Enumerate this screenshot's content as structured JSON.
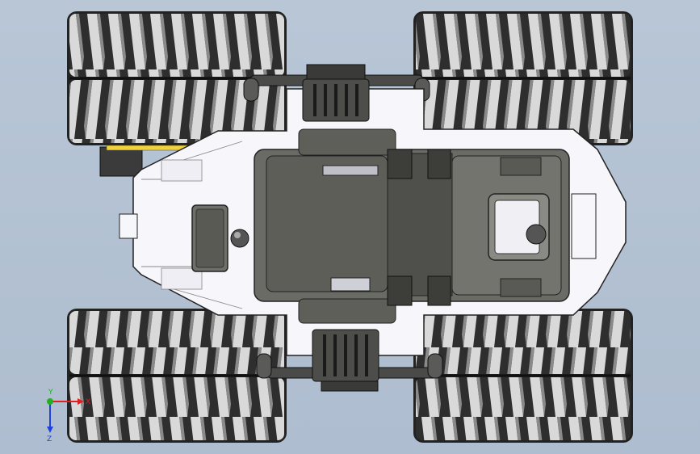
{
  "viewport": {
    "background": "#b4c3d4"
  },
  "model": {
    "name": "",
    "colors": {
      "tire_dark": "#3a3a3a",
      "tire_light": "#e8e8e8",
      "chassis_white": "#f7f7fb",
      "chassis_outline": "#222222",
      "tray_gray": "#6b6b66",
      "tray_dark": "#4a4a46",
      "accent_yellow": "#f2d23a"
    }
  },
  "triad": {
    "x_label": "X",
    "y_label": "Y",
    "z_label": "Z",
    "x_color": "#e02020",
    "y_color": "#20b020",
    "z_color": "#2040e0"
  }
}
